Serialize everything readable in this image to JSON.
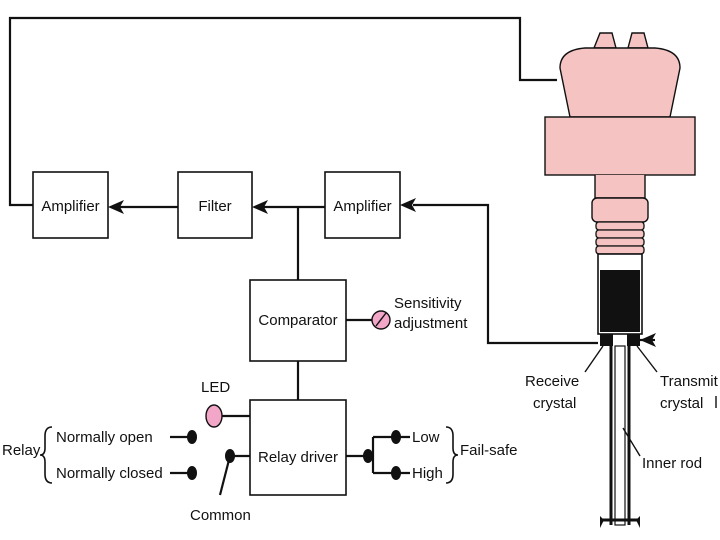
{
  "blocks": {
    "amplifier_left": "Amplifier",
    "filter": "Filter",
    "amplifier_right": "Amplifier",
    "comparator": "Comparator",
    "relay_driver": "Relay driver"
  },
  "labels": {
    "sensitivity_line1": "Sensitivity",
    "sensitivity_line2": "adjustment",
    "led": "LED",
    "relay": "Relay",
    "normally_open": "Normally open",
    "normally_closed": "Normally closed",
    "common": "Common",
    "low": "Low",
    "high": "High",
    "fail_safe": "Fail-safe",
    "receive_line1": "Receive",
    "receive_line2": "crystal",
    "transmit_line1": "Transmit",
    "transmit_line2": "crystal",
    "inner_rod": "Inner rod"
  },
  "colors": {
    "sensor_body": "#f6c3c3",
    "led": "#f2a6c8",
    "sensitivity_knob": "#f2a6c8",
    "line": "#111111"
  }
}
